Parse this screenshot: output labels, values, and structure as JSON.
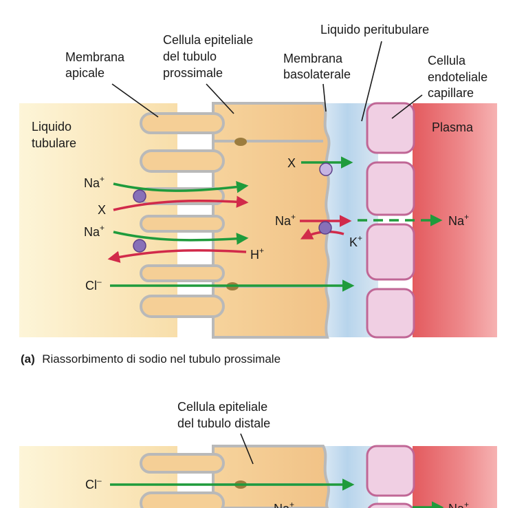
{
  "panel_a": {
    "labels": {
      "apical_membrane": [
        "Membrana",
        "apicale"
      ],
      "epithelial_cell": [
        "Cellula epiteliale",
        "del tubulo",
        "prossimale"
      ],
      "basolateral_membrane": [
        "Membrana",
        "basolaterale"
      ],
      "peritubular_fluid": "Liquido peritubulare",
      "endothelial_cell": [
        "Cellula",
        "endoteliale",
        "capillare"
      ],
      "tubular_fluid": [
        "Liquido",
        "tubulare"
      ],
      "plasma": "Plasma"
    },
    "ions": {
      "na1": "Na",
      "x1": "X",
      "na2": "Na",
      "h": "H",
      "cl": "Cl",
      "x_baso": "X",
      "na_baso": "Na",
      "k_baso": "K",
      "na_plasma": "Na"
    },
    "charges": {
      "plus": "+",
      "minus": "–"
    },
    "caption": {
      "tag": "(a)",
      "text": "Riassorbimento di sodio nel tubulo prossimale"
    }
  },
  "panel_b": {
    "labels": {
      "epithelial_cell": [
        "Cellula epiteliale",
        "del tubulo distale"
      ]
    },
    "ions": {
      "cl": "Cl",
      "na": "Na",
      "na_plasma": "Na"
    }
  },
  "colors": {
    "tubular_fluid": "#fbeec2",
    "cell_body": "#f3c98c",
    "membrane": "#b9b9b9",
    "interstitial": "#cfe3f1",
    "endothelial": "#f0cfe3",
    "endothelial_border": "#c06796",
    "plasma": "#e9696c",
    "arrow_green": "#1f9b3c",
    "arrow_red": "#d12a4a",
    "carrier_purple": "#8770b8"
  }
}
